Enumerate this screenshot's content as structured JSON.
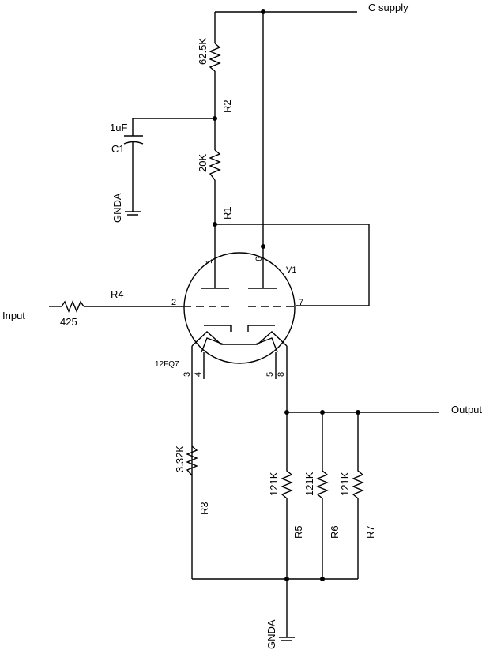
{
  "nets": {
    "c_supply": "C supply",
    "input": "Input",
    "output": "Output",
    "ground_top": "GNDA",
    "ground_bottom": "GNDA"
  },
  "components": {
    "r1": {
      "ref": "R1",
      "value": "20K"
    },
    "r2": {
      "ref": "R2",
      "value": "62.5K"
    },
    "r3": {
      "ref": "R3",
      "value": "3.32K"
    },
    "r4": {
      "ref": "R4",
      "value": "425"
    },
    "r5": {
      "ref": "R5",
      "value": "121K"
    },
    "r6": {
      "ref": "R6",
      "value": "121K"
    },
    "r7": {
      "ref": "R7",
      "value": "121K"
    },
    "c1": {
      "ref": "C1",
      "value": "1uF"
    },
    "v1": {
      "ref": "V1",
      "part": "12FQ7"
    }
  },
  "pins": {
    "p1": "1",
    "p2": "2",
    "p3": "3",
    "p4": "4",
    "p5": "5",
    "p6": "6",
    "p7": "7",
    "p8": "8"
  }
}
